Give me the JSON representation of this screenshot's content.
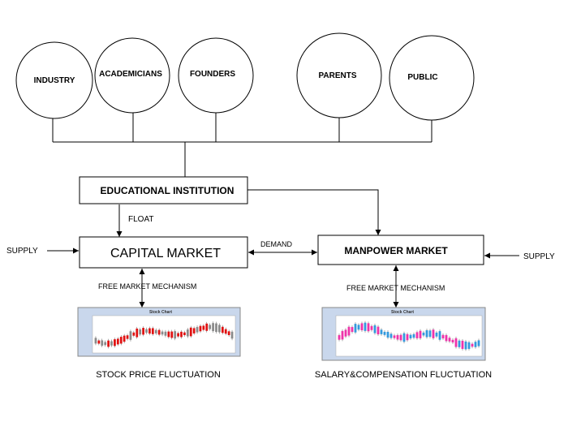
{
  "stakeholders": [
    {
      "label": "INDUSTRY"
    },
    {
      "label": "ACADEMICIANS"
    },
    {
      "label": "FOUNDERS"
    },
    {
      "label": "PARENTS"
    },
    {
      "label": "PUBLIC"
    }
  ],
  "boxes": {
    "educational_institution": "EDUCATIONAL INSTITUTION",
    "capital_market": "CAPITAL MARKET",
    "manpower_market": "MANPOWER MARKET"
  },
  "labels": {
    "float": "FLOAT",
    "demand": "DEMAND",
    "supply_left": "SUPPLY",
    "supply_right": "SUPPLY",
    "free_market_left": "FREE MARKET MECHANISM",
    "free_market_right": "FREE MARKET MECHANISM",
    "stock_fluctuation": "STOCK PRICE FLUCTUATION",
    "salary_fluctuation": "SALARY&COMPENSATION FLUCTUATION"
  },
  "charts": {
    "left_title": "Stock Chart",
    "right_title": "Stock Chart",
    "left_colors": {
      "up": "#8a8a8a",
      "down": "#e01010"
    },
    "right_colors": {
      "up": "#3399dd",
      "down": "#ee33aa"
    }
  }
}
